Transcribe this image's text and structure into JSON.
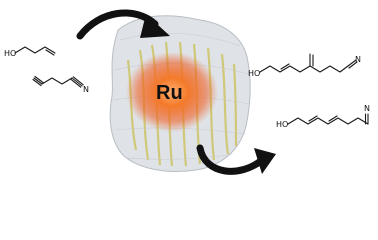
{
  "figure": {
    "catalyst_label": "Ru",
    "reactant_1": {
      "heteroatom_label": "HO"
    },
    "reactant_2": {
      "heteroatom_label": "N"
    },
    "product_1": {
      "heteroatom_labels": [
        "HO",
        "N"
      ]
    },
    "product_2": {
      "heteroatom_labels": [
        "HO",
        "N"
      ]
    }
  },
  "colors": {
    "protein_ribbon": "#d8d28a",
    "protein_surface": "#c9cdd2",
    "metal_glow": "#f05a1e",
    "arrow": "#111111"
  }
}
